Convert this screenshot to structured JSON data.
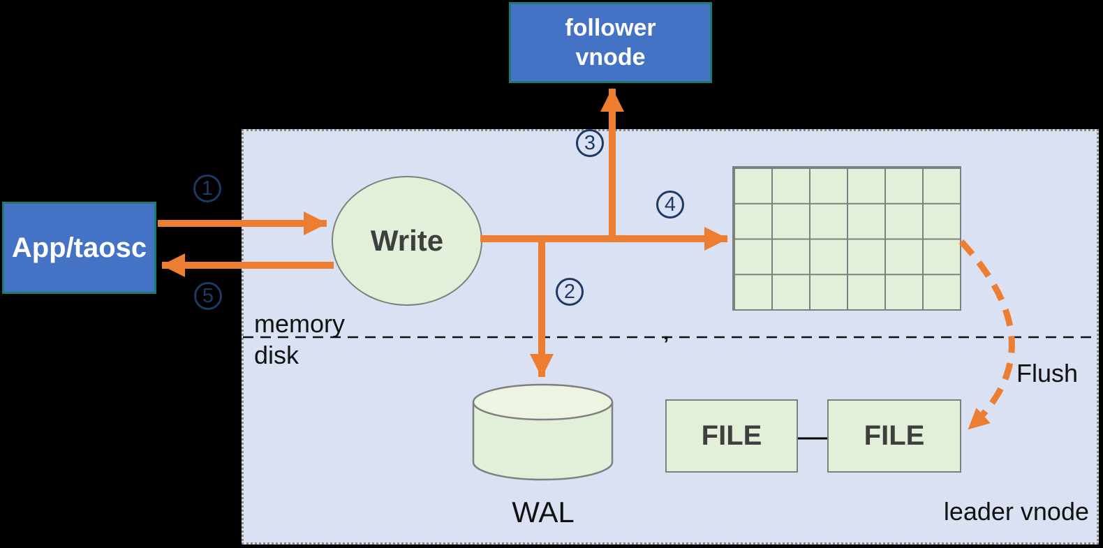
{
  "colors": {
    "accent_orange": "#ED7D31",
    "node_blue_fill": "#4472C4",
    "node_blue_border": "#1E7A70",
    "region_fill": "#D9E1F2",
    "shape_green_fill": "#E2EFD9",
    "cylinder_top_fill": "#EDF5E2",
    "shape_border_gray": "#7F7F7F",
    "step_number_navy": "#1F3864",
    "dark_label_text": "#3F3F3F",
    "background": "#000000"
  },
  "nodes": {
    "follower_vnode": {
      "line1": "follower",
      "line2": "vnode"
    },
    "app": {
      "label": "App/taosc"
    },
    "write": {
      "label": "Write"
    },
    "wal": {
      "label": "WAL"
    },
    "file_left": {
      "label": "FILE"
    },
    "file_right": {
      "label": "FILE"
    }
  },
  "labels": {
    "memory": "memory",
    "disk": "disk",
    "flush": "Flush",
    "leader_vnode": "leader vnode",
    "divider_mark": ","
  },
  "steps": {
    "s1": "1",
    "s2": "2",
    "s3": "3",
    "s4": "4",
    "s5": "5"
  },
  "mem_table_grid": {
    "rows": 4,
    "columns": 6
  }
}
